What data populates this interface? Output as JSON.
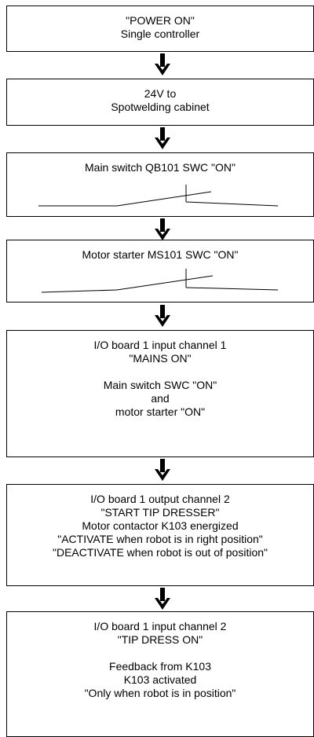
{
  "steps": [
    {
      "lines": [
        "\"POWER ON\"",
        "Single controller"
      ]
    },
    {
      "lines": [
        "24V to",
        "Spotwelding cabinet"
      ]
    },
    {
      "lines": [
        "Main switch QB101 SWC \"ON\""
      ]
    },
    {
      "lines": [
        "Motor starter MS101 SWC \"ON\""
      ]
    },
    {
      "lines": [
        "I/O board 1 input channel 1",
        "\"MAINS ON\"",
        "",
        "Main switch SWC \"ON\"",
        "and",
        "motor starter \"ON\""
      ]
    },
    {
      "lines": [
        "I/O board 1 output channel 2",
        "\"START TIP DRESSER\"",
        "Motor contactor K103 energized",
        "\"ACTIVATE when robot is in right position\"",
        "\"DEACTIVATE when robot is out of position\""
      ]
    },
    {
      "lines": [
        "I/O board 1 input channel 2",
        "\"TIP DRESS ON\"",
        "",
        "Feedback from K103",
        "K103 activated",
        "\"Only when robot is in position\""
      ]
    }
  ]
}
